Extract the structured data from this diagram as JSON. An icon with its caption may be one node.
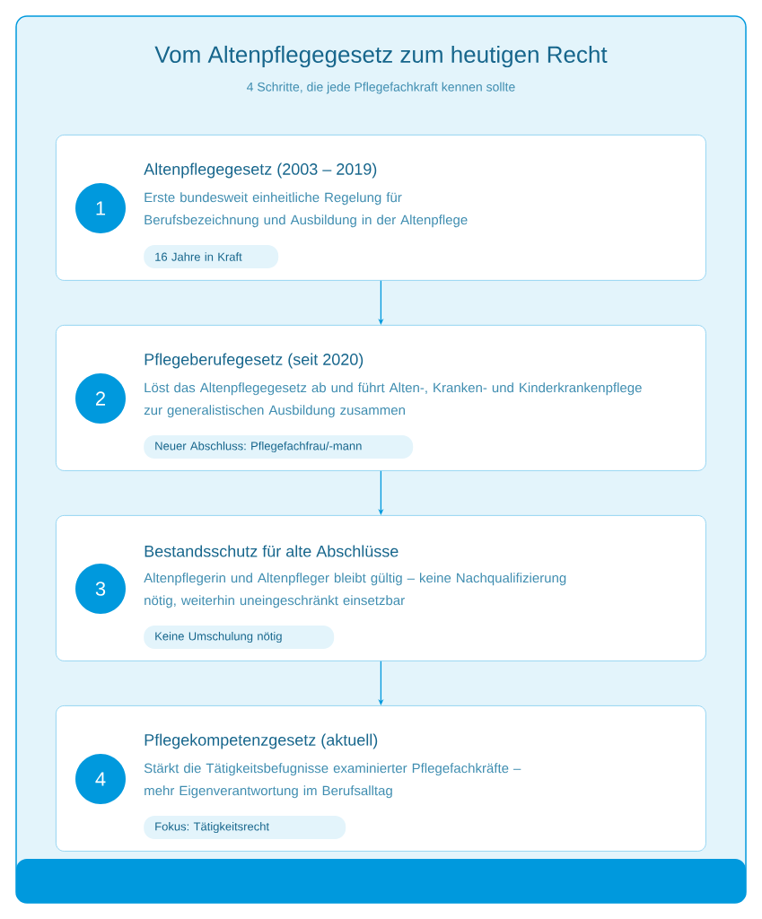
{
  "diagram": {
    "title": "Vom Altenpflegegesetz zum heutigen Recht",
    "nodes": [
      {
        "text": [
          "Altenpflegegesetz (2003 – 2019)",
          "Erste bundesweit einheitliche Regelung für Berufsbezeichnung und Ausbildung in der Altenpflege"
        ]
      },
      {
        "text": [
          "1"
        ],
        "in": 0
      },
      {
        "text": [
          "16 Jahre in Kraft"
        ],
        "in": 0
      },
      {
        "text": [
          "Pflegeberufegesetz (seit 2020)",
          "Löst das Altenpflegegesetz ab und führt Alten-, Kranken- und Kinderkrankenpflege zur generalistischen Ausbildung zusammen"
        ]
      },
      {
        "text": [
          "2"
        ],
        "in": 3
      },
      {
        "text": [
          "Neuer Abschluss: Pflegefachfrau/-mann"
        ],
        "in": 3
      },
      {
        "text": [
          "Bestandsschutz für alte Abschlüsse",
          "Altenpflegerin und Altenpfleger bleibt gültig – keine Nachqualifizierung nötig, weiterhin uneingeschränkt einsetzbar"
        ]
      },
      {
        "text": [
          "3"
        ],
        "in": 6
      },
      {
        "text": [
          "Keine Umschulung nötig"
        ],
        "in": 6
      },
      {
        "text": [
          "Pflegekompetenzgesetz (aktuell)",
          "Stärkt die Tätigkeitsbefugnisse examinierter Pflegefachkräfte – mehr Eigenverantwortung im Berufsalltag"
        ]
      },
      {
        "text": [
          "4"
        ],
        "in": 9
      },
      {
        "text": [
          "Fokus: Tätigkeitsrecht"
        ],
        "in": 9
      }
    ],
    "edges": [
      {
        "from": 0,
        "to": 3,
        "arrow": "to"
      },
      {
        "from": 3,
        "to": 6,
        "arrow": "to"
      },
      {
        "from": 6,
        "to": 9,
        "arrow": "to"
      }
    ],
    "labels": [
      "4 Schritte, die jede Pflegefachkraft kennen sollte"
    ]
  }
}
